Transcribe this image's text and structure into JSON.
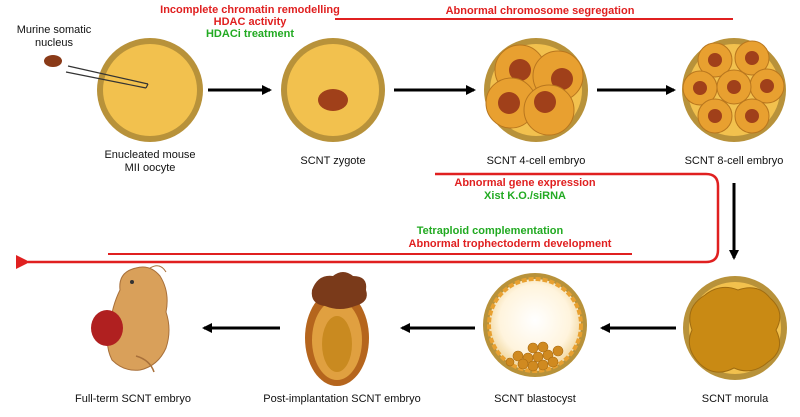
{
  "labels": {
    "murine_nucleus": "Murine somatic\nnucleus",
    "oocyte": "Enucleated mouse\nMII oocyte",
    "zygote": "SCNT zygote",
    "cell4": "SCNT 4-cell embryo",
    "cell8": "SCNT 8-cell embryo",
    "morula": "SCNT morula",
    "blastocyst": "SCNT blastocyst",
    "postimplant": "Post-implantation SCNT embryo",
    "fullterm": "Full-term SCNT embryo"
  },
  "annotations": {
    "chromatin": "Incomplete chromatin remodelling",
    "hdac": "HDAC activity",
    "hdaci": "HDACi treatment",
    "chromosome": "Abnormal chromosome segregation",
    "gene_expr": "Abnormal gene expression",
    "xist": "Xist K.O./siRNA",
    "tetraploid": "Tetraploid complementation",
    "trophectoderm": "Abnormal trophectoderm development"
  },
  "colors": {
    "problem": "#e02020",
    "treatment": "#22aa22",
    "shell": "#b8923a",
    "cytoplasm": "#f2c14e",
    "cell": "#e8a030",
    "nucleus": "#a0401a",
    "arrow": "#000000"
  }
}
